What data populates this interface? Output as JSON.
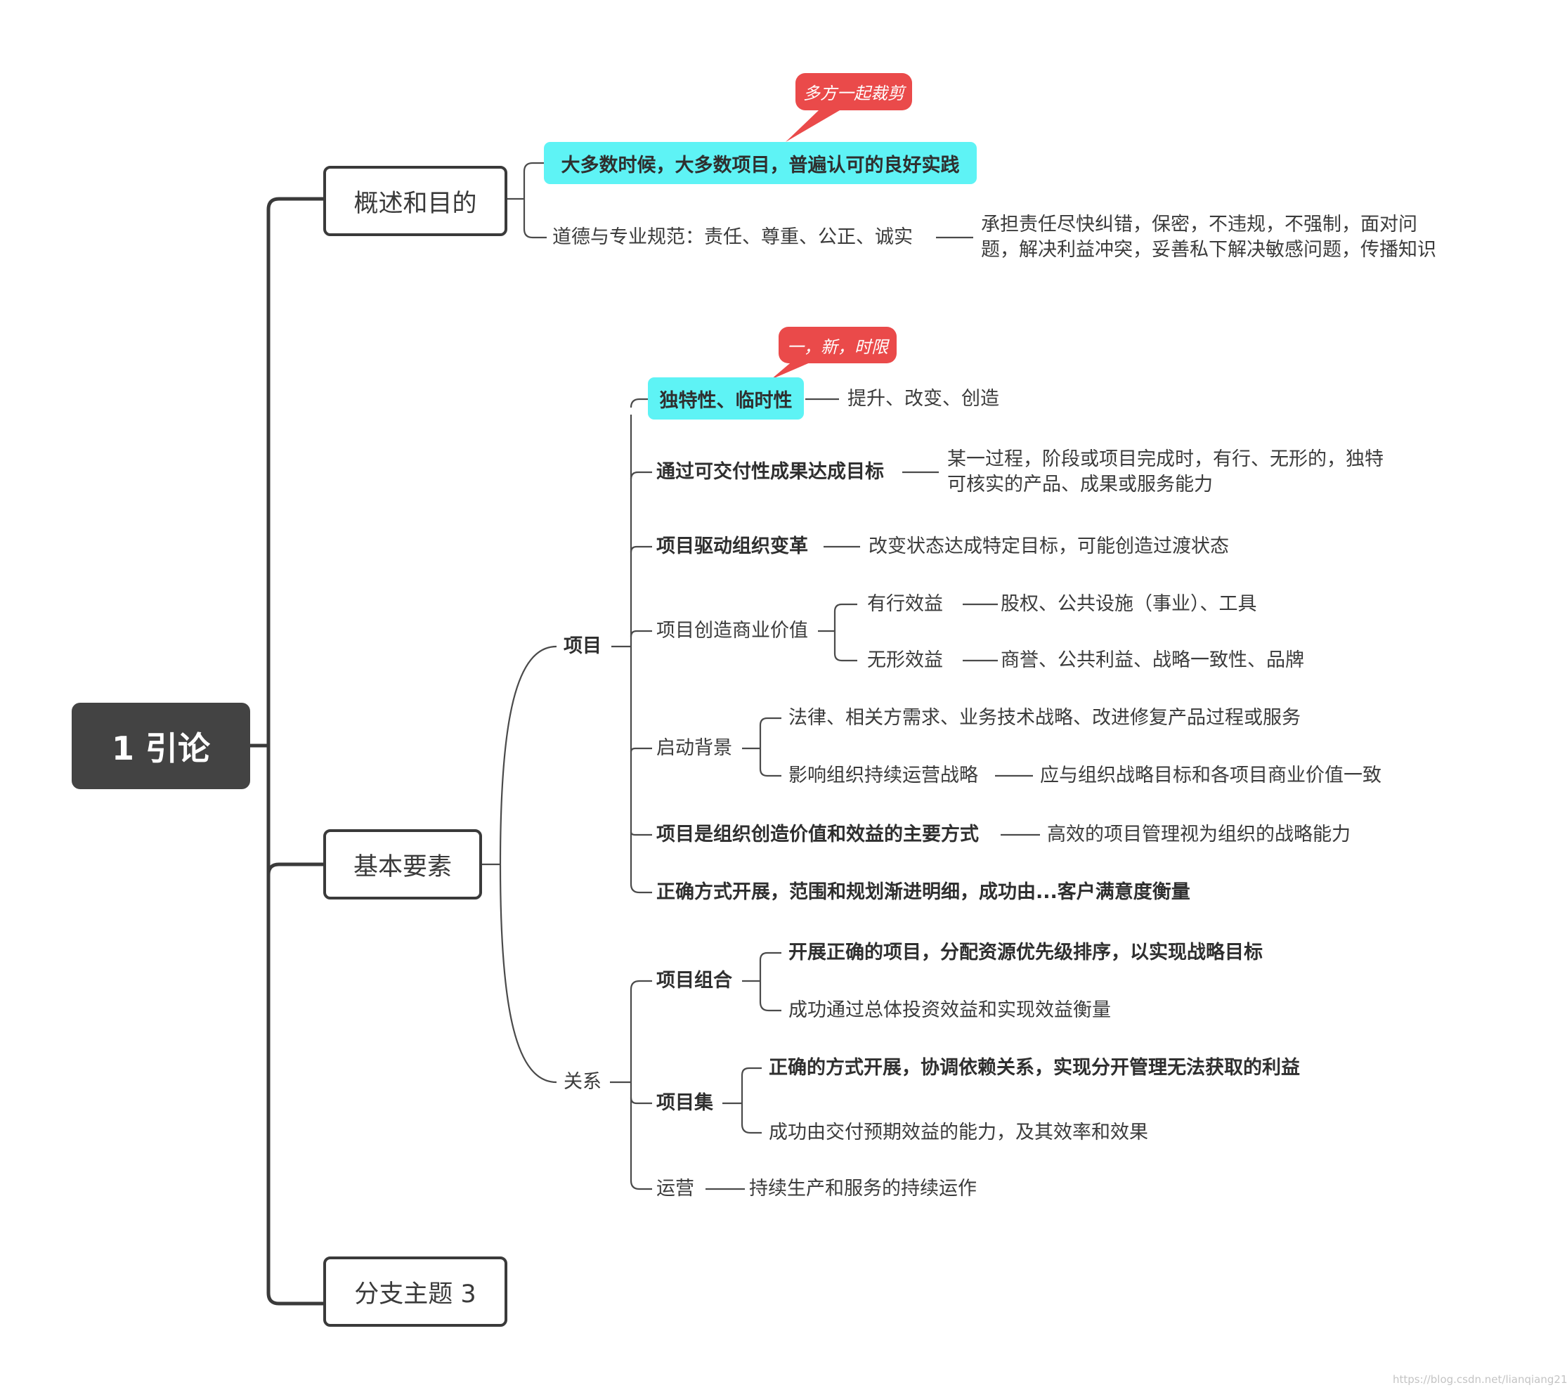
{
  "root": {
    "label": "1 引论"
  },
  "branches": {
    "overview": {
      "label": "概述和目的",
      "callout": "多方一起裁剪",
      "best_practice": "大多数时候，大多数项目，普遍认可的良好实践",
      "ethics": "道德与专业规范：责任、尊重、公正、诚实",
      "ethics_detail_line1": "承担责任尽快纠错，保密，不违规，不强制，面对问",
      "ethics_detail_line2": "题，解决利益冲突，妥善私下解决敏感问题，传播知识"
    },
    "elements": {
      "label": "基本要素",
      "project": {
        "label": "项目",
        "callout": "一，新，时限",
        "unique": "独特性、临时性",
        "unique_detail": "提升、改变、创造",
        "deliverable": "通过可交付性成果达成目标",
        "deliverable_detail_line1": "某一过程，阶段或项目完成时，有行、无形的，独特",
        "deliverable_detail_line2": "可核实的产品、成果或服务能力",
        "change": "项目驱动组织变革",
        "change_detail": "改变状态达成特定目标，可能创造过渡状态",
        "value": "项目创造商业价值",
        "value_tangible": "有行效益",
        "value_tangible_detail": "股权、公共设施（事业）、工具",
        "value_intangible": "无形效益",
        "value_intangible_detail": "商誉、公共利益、战略一致性、品牌",
        "context": "启动背景",
        "context_a": "法律、相关方需求、业务技术战略、改进修复产品过程或服务",
        "context_b": "影响组织持续运营战略",
        "context_b_detail": "应与组织战略目标和各项目商业价值一致",
        "main_way": "项目是组织创造价值和效益的主要方式",
        "main_way_detail": "高效的项目管理视为组织的战略能力",
        "correct_way": "正确方式开展，范围和规划渐进明细，成功由...客户满意度衡量"
      },
      "relations": {
        "label": "关系",
        "portfolio": "项目组合",
        "portfolio_a": "开展正确的项目，分配资源优先级排序，以实现战略目标",
        "portfolio_b": "成功通过总体投资效益和实现效益衡量",
        "program": "项目集",
        "program_a": "正确的方式开展，协调依赖关系，实现分开管理无法获取的利益",
        "program_b": "成功由交付预期效益的能力，及其效率和效果",
        "operations": "运营",
        "operations_detail": "持续生产和服务的持续运作"
      }
    },
    "third": {
      "label": "分支主题 3"
    }
  },
  "watermark": "https://blog.csdn.net/lianqiang21",
  "colors": {
    "root_bg": "#434343",
    "highlight": "#5ef3f5",
    "callout": "#ea4a4a",
    "line": "#3a3a3a"
  }
}
